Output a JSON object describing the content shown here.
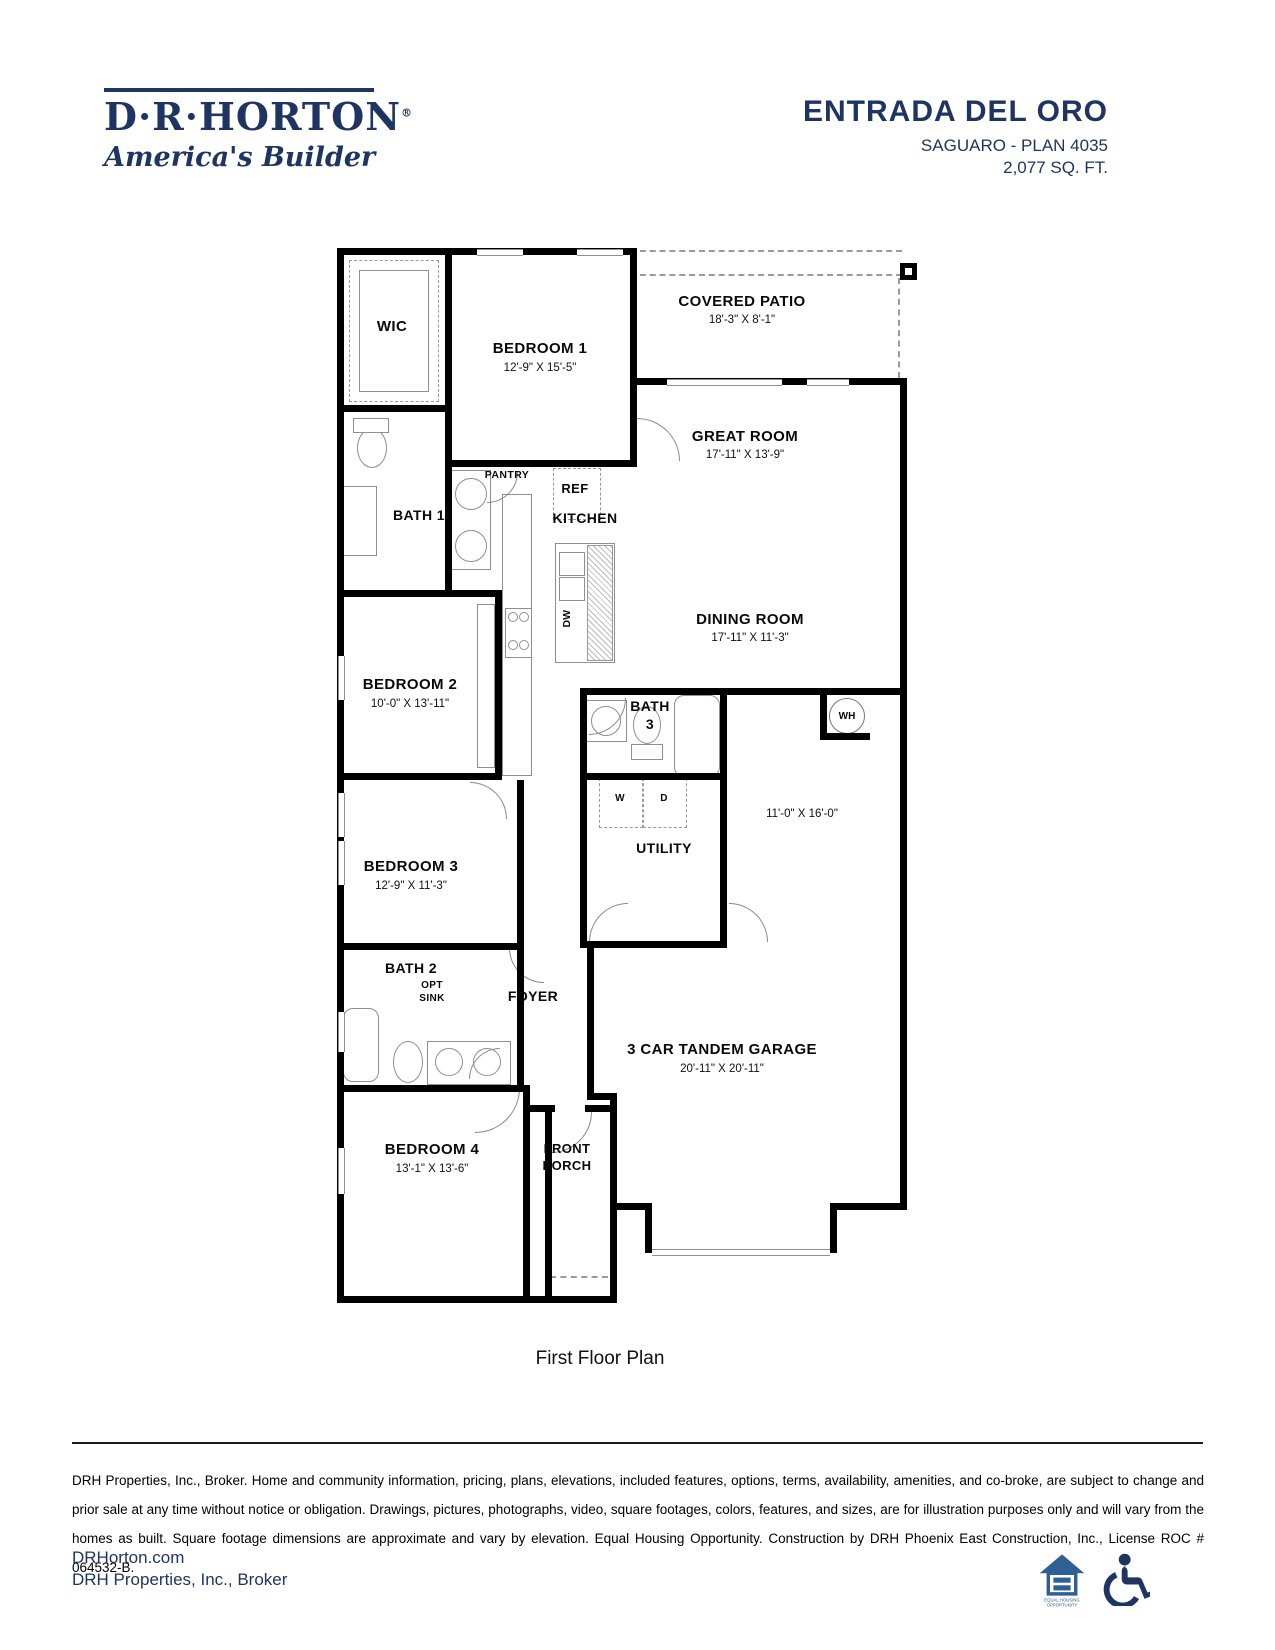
{
  "colors": {
    "navy": "#1e3564",
    "eho_blue": "#2e6096",
    "wall": "#000000"
  },
  "header": {
    "brand": "D·R·HORTON",
    "registered": "®",
    "tagline": "America's Builder",
    "community": "ENTRADA DEL ORO",
    "plan_name": "SAGUARO - PLAN 4035",
    "sqft": "2,077 SQ. FT."
  },
  "plan": {
    "caption": "First Floor Plan",
    "rooms": {
      "wic": {
        "name": "WIC"
      },
      "bedroom1": {
        "name": "BEDROOM 1",
        "dims": "12'-9\" X 15'-5\""
      },
      "covered_patio": {
        "name": "COVERED PATIO",
        "dims": "18'-3\" X 8'-1\""
      },
      "great_room": {
        "name": "GREAT ROOM",
        "dims": "17'-11\" X 13'-9\""
      },
      "dining_room": {
        "name": "DINING ROOM",
        "dims": "17'-11\" X 11'-3\""
      },
      "kitchen": {
        "name": "KITCHEN"
      },
      "pantry": {
        "name": "PANTRY"
      },
      "ref": {
        "name": "REF"
      },
      "dishwasher": {
        "name": "DW"
      },
      "bath1": {
        "name": "BATH 1"
      },
      "bedroom2": {
        "name": "BEDROOM 2",
        "dims": "10'-0\" X 13'-11\""
      },
      "bath3": {
        "name": "BATH",
        "number": "3"
      },
      "water_heater": {
        "name": "WH"
      },
      "washer": {
        "name": "W"
      },
      "dryer": {
        "name": "D"
      },
      "utility": {
        "name": "UTILITY"
      },
      "garage_bay": {
        "dims": "11'-0\" X 16'-0\""
      },
      "bedroom3": {
        "name": "BEDROOM 3",
        "dims": "12'-9\" X 11'-3\""
      },
      "bath2": {
        "name": "BATH 2",
        "option": "OPT SINK"
      },
      "foyer": {
        "name": "FOYER"
      },
      "garage": {
        "name": "3 CAR TANDEM GARAGE",
        "dims": "20'-11\" X 20'-11\""
      },
      "bedroom4": {
        "name": "BEDROOM 4",
        "dims": "13'-1\" X 13'-6\""
      },
      "front_porch": {
        "name": "FRONT PORCH"
      }
    }
  },
  "footer": {
    "disclaimer": "DRH Properties, Inc., Broker. Home and community information, pricing, plans, elevations, included features, options, terms, availability, amenities, and co-broke, are subject to change and prior sale at any time without notice or obligation. Drawings, pictures, photographs, video, square footages, colors, features, and sizes, are for illustration purposes only and will vary from the homes as built. Square footage dimensions are approximate and vary by elevation. Equal Housing Opportunity. Construction by DRH Phoenix East Construction, Inc., License ROC # 064532-B.",
    "website": "DRHorton.com",
    "broker": "DRH Properties, Inc., Broker",
    "eho_line1": "EQUAL HOUSING",
    "eho_line2": "OPPORTUNITY"
  }
}
